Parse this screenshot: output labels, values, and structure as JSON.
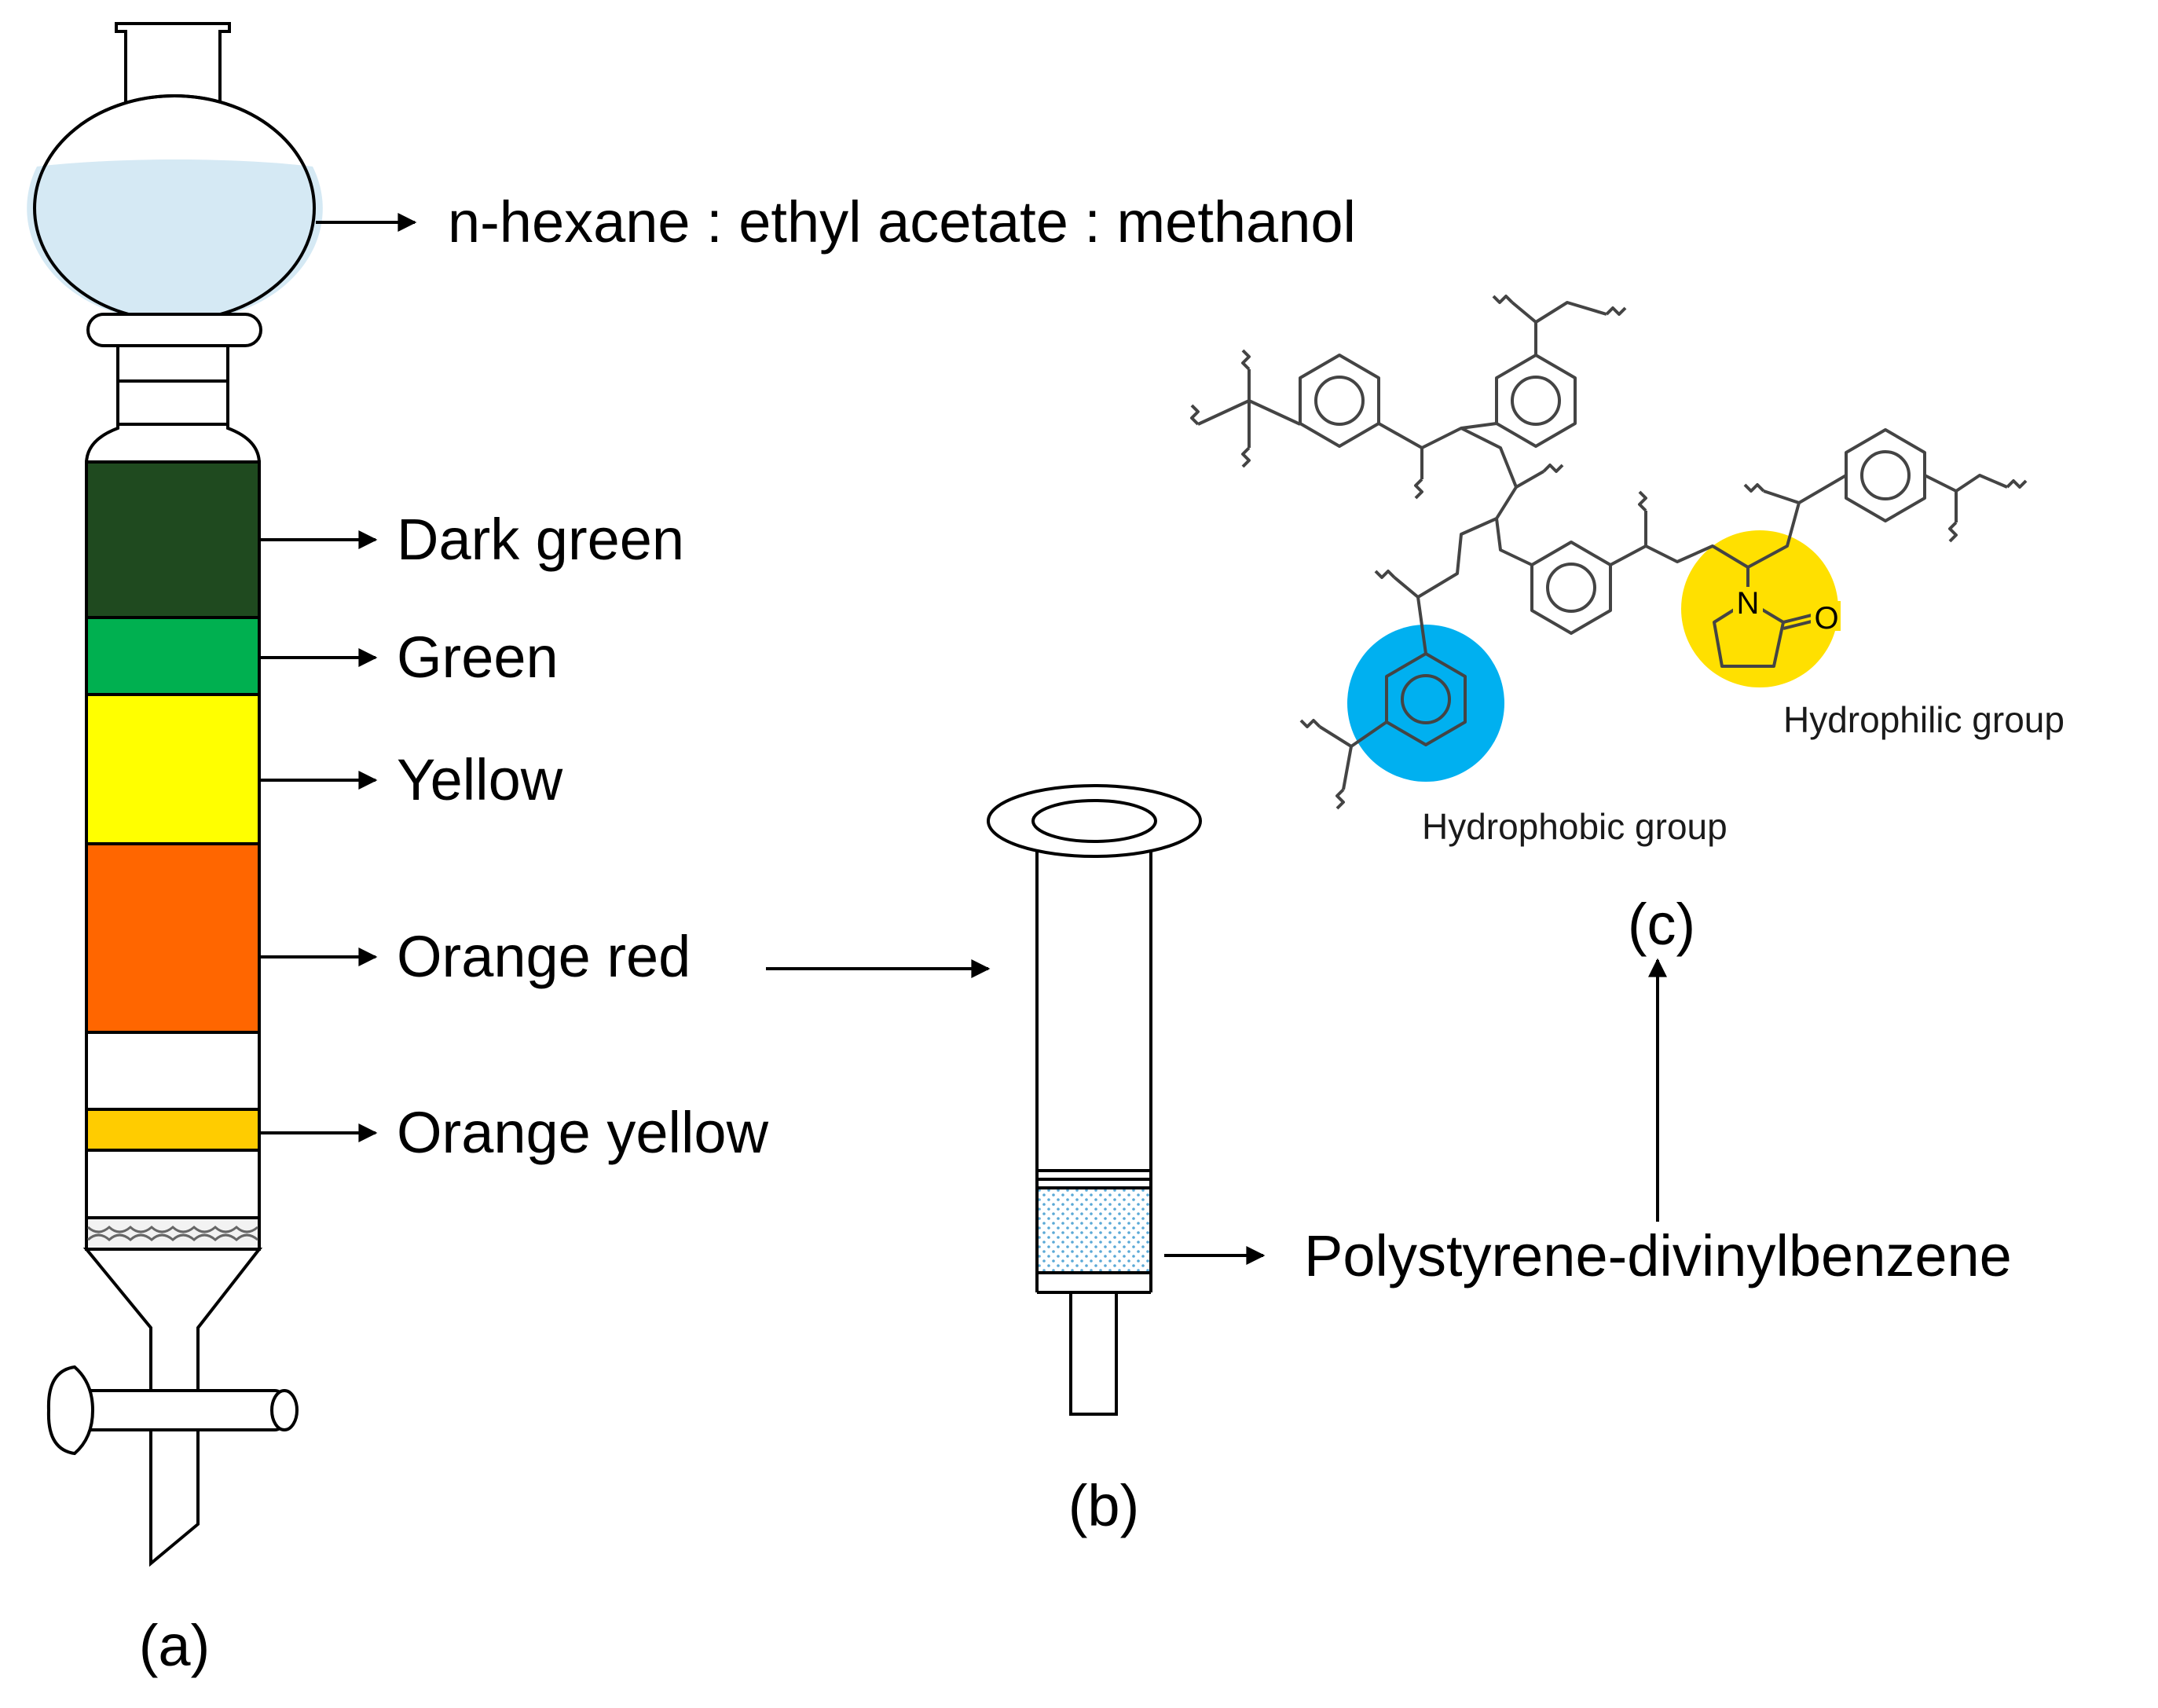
{
  "solvent_label": "n-hexane : ethyl acetate : methanol",
  "bands": [
    {
      "label": "Dark green",
      "color": "#1f4a1f"
    },
    {
      "label": "Green",
      "color": "#00b050"
    },
    {
      "label": "Yellow",
      "color": "#ffff00"
    },
    {
      "label": "Orange red",
      "color": "#ff6600"
    },
    {
      "label": "Orange yellow",
      "color": "#ffcc00"
    }
  ],
  "solvent_color": "#d5e9f4",
  "sorbent_label": "Polystyrene-divinylbenzene",
  "hydrophobic_label": "Hydrophobic group",
  "hydrophilic_label": "Hydrophilic group",
  "hydrophobic_color": "#00b0f0",
  "hydrophilic_color": "#ffe000",
  "atom_n": "N",
  "atom_o": "O",
  "panel_a": "(a)",
  "panel_b": "(b)",
  "panel_c": "(c)"
}
